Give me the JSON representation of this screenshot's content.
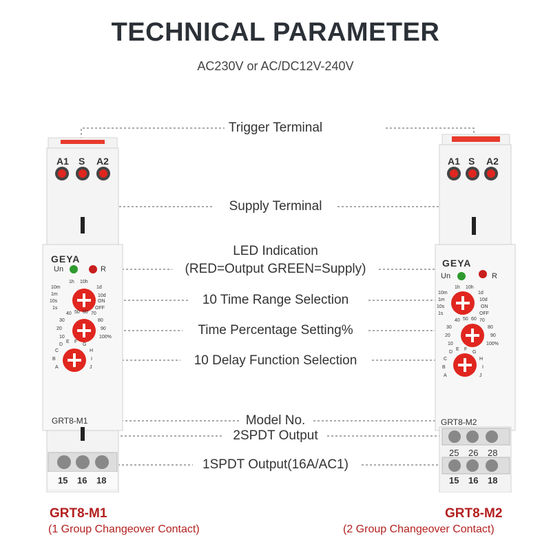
{
  "header": {
    "title": "TECHNICAL PARAMETER",
    "subtitle": "AC230V or AC/DC12V-240V"
  },
  "labels": {
    "trigger_terminal": "Trigger Terminal",
    "supply_terminal": "Supply Terminal",
    "led_indication_line1": "LED Indication",
    "led_indication_line2": "(RED=Output GREEN=Supply)",
    "time_range": "10 Time Range Selection",
    "time_percentage": "Time Percentage Setting%",
    "delay_function": "10 Delay Function Selection",
    "model_no": "Model No.",
    "output_2spdt": "2SPDT Output",
    "output_1spdt": "1SPDT Output(16A/AC1)"
  },
  "devices": {
    "left": {
      "brand": "GEYA",
      "terminals_top": [
        "A1",
        "S",
        "A2"
      ],
      "led_un": "Un",
      "led_r": "R",
      "model": "GRT8-M1",
      "terminals_bottom": [
        "15",
        "16",
        "18"
      ],
      "caption_model": "GRT8-M1",
      "caption_desc": "(1 Group Changeover Contact)"
    },
    "right": {
      "brand": "GEYA",
      "terminals_top": [
        "A1",
        "S",
        "A2"
      ],
      "led_un": "Un",
      "led_r": "R",
      "model": "GRT8-M2",
      "terminals_mid": [
        "25",
        "26",
        "28"
      ],
      "terminals_bottom": [
        "15",
        "16",
        "18"
      ],
      "caption_model": "GRT8-M2",
      "caption_desc": "(2 Group Changeover Contact)"
    }
  },
  "dial_marks": {
    "time_range": [
      "10m",
      "1h",
      "10h",
      "1m",
      "1d",
      "10s",
      "10d",
      "1s",
      "ON",
      "OFF"
    ],
    "percentage": [
      "40",
      "50",
      "60",
      "70",
      "30",
      "80",
      "20",
      "90",
      "10",
      "100%"
    ],
    "function": [
      "D",
      "E",
      "F",
      "G",
      "C",
      "H",
      "B",
      "I",
      "A",
      "J"
    ]
  },
  "colors": {
    "title": "#2c3138",
    "caption": "#b3201f",
    "dial_red": "#e0261f",
    "led_green": "#2e9a2e",
    "led_red": "#c81e1e",
    "leader_line": "#555555"
  }
}
